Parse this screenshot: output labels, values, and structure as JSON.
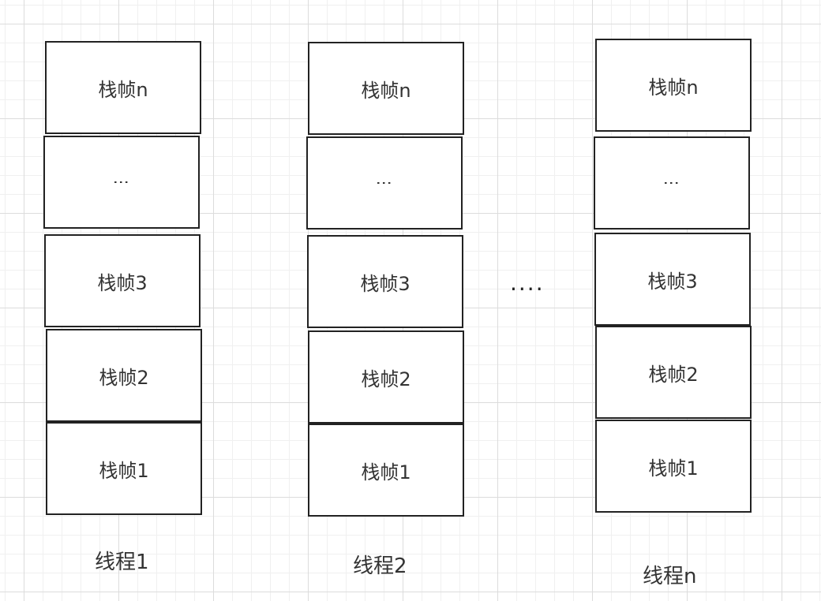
{
  "stacks": [
    {
      "frames": [
        "栈帧n",
        "⋮",
        "栈帧3",
        "栈帧2",
        "栈帧1"
      ],
      "label": "线程1"
    },
    {
      "frames": [
        "栈帧n",
        "⋮",
        "栈帧3",
        "栈帧2",
        "栈帧1"
      ],
      "label": "线程2"
    },
    {
      "frames": [
        "栈帧n",
        "⋮",
        "栈帧3",
        "栈帧2",
        "栈帧1"
      ],
      "label": "线程n"
    }
  ],
  "separator": "····"
}
